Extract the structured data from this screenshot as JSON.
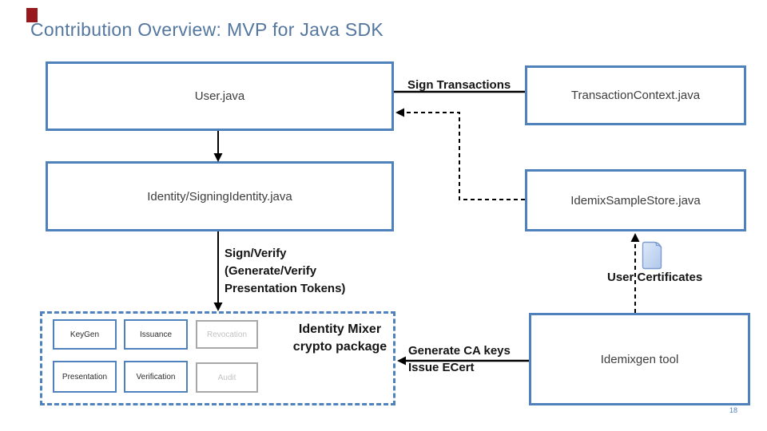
{
  "slide": {
    "title": "Contribution Overview: MVP for Java SDK",
    "page_number": "18"
  },
  "colors": {
    "accent_blue": "#4f81bd",
    "title_blue": "#54779f",
    "accent_dark_red": "#97191d",
    "disabled_gray_border": "#a8a8a8",
    "disabled_gray_text": "#c2c2c2",
    "connector_black": "#000000",
    "certificate_fill": "#c7d9f4"
  },
  "icons": {
    "certificate": "document-icon"
  },
  "boxes": {
    "user": {
      "label": "User.java"
    },
    "transaction_context": {
      "label": "TransactionContext.java"
    },
    "signing_identity": {
      "label": "Identity/SigningIdentity.java"
    },
    "idemix_sample_store": {
      "label": "IdemixSampleStore.java"
    },
    "idemixgen_tool": {
      "label": "Idemixgen tool"
    }
  },
  "crypto_package": {
    "title_line1": "Identity Mixer",
    "title_line2": "crypto package",
    "modules": [
      {
        "label": "KeyGen",
        "enabled": true
      },
      {
        "label": "Issuance",
        "enabled": true
      },
      {
        "label": "Revocation",
        "enabled": false
      },
      {
        "label": "Presentation",
        "enabled": true
      },
      {
        "label": "Verification",
        "enabled": true
      },
      {
        "label": "Audit",
        "enabled": false
      }
    ]
  },
  "annotations": {
    "sign_transactions": "Sign Transactions",
    "sign_verify_line1": "Sign/Verify",
    "sign_verify_line2": "(Generate/Verify",
    "sign_verify_line3": "Presentation Tokens)",
    "user_certificates": "User Certificates",
    "generate_ca_line1": "Generate CA keys",
    "generate_ca_line2": "Issue ECert"
  }
}
